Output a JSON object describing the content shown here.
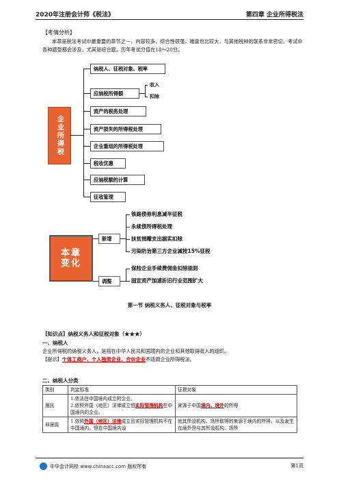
{
  "header": {
    "left": "2020年注册会计师《税法》",
    "right": "第四章  企业所得税法"
  },
  "analysis": {
    "heading": "【考情分析】",
    "text": "本章是税法考试中最重要的章节之一，内容较多，综合性很强，难度也比较大，与其他税种的联系非常密切，考试中各种题型都会涉及，尤其是综合题。历年考试分值在18～20分。"
  },
  "mindmap1": {
    "root": "企业所得税",
    "items": [
      "纳税人、征税对象、税率",
      "应纳税所得额",
      "资产的税务处理",
      "资产损失的所得税处理",
      "企业重组的所得税处理",
      "税收优惠",
      "应纳税额的计算",
      "征收管理"
    ],
    "sub_items": [
      "收入",
      "扣除"
    ]
  },
  "mindmap2": {
    "root": "本章变化",
    "new_label": "新增",
    "new_items": [
      "铁路债券利息减半征税",
      "永续债所得税处理",
      "扶贫捐赠支出据实扣除",
      "污染防治第三方企业减按15%征税"
    ],
    "adjust_label": "调整",
    "adjust_items": [
      "保险企业手续费佣金扣除规则",
      "固定资产加速折旧行业范围扩大"
    ]
  },
  "section1_title": "第一节  纳税义务人、征税对象与税率",
  "knowledge": {
    "title": "【知识点】纳税义务人和征税对象（★★★）",
    "h1": "一、纳税人",
    "p1": "企业所得税的纳税义务人，是指在中华人民共和国境内的企业和其他取得收入的组织。",
    "hint_prefix": "【提示】",
    "hint_red": "个体工商户、个人独资企业、合伙企业",
    "hint_suffix": "不适用企业所得税法。",
    "h2": "二、纳税人分类"
  },
  "table": {
    "headers": [
      "类别",
      "判定标准",
      "征税对象"
    ],
    "row1": {
      "category": "居民",
      "c1_line1": "1.依法在中国境内成立的企业。",
      "c1_line2a": "2.依照外国（地区）法律成立但",
      "c1_red": "实际管理机构",
      "c1_line2b": "在中国境内的企业。",
      "t_prefix": "来源于中国",
      "t_red": "境内、境外",
      "t_suffix": "的所得"
    },
    "row2": {
      "category": "非居民",
      "c1_prefix": "1.依照",
      "c1_red": "外国（地区）法律",
      "c1_suffix": "成立且实际管理机构不在中国境内，但在中国境内设",
      "t_text": "就其所设机构、场所取得的来源于境内的所得，以及发生在境外但与其所设机构、场所"
    }
  },
  "footer": {
    "brand": "中华会计网校 www.chinaacc.com 版权所有",
    "page": "第1页"
  },
  "colors": {
    "accent": "#e8632f",
    "red_text": "#cc0000"
  }
}
